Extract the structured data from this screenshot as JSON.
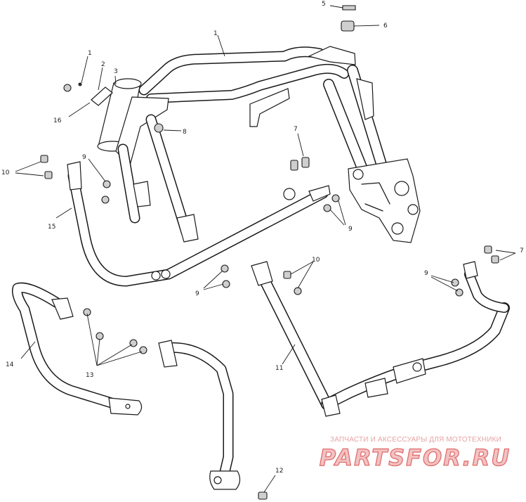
{
  "callouts": {
    "c1": "1",
    "c2": "2",
    "c3": "3",
    "c5": "5",
    "c6": "6",
    "c7a": "7",
    "c7b": "7",
    "c8": "8",
    "c9a": "9",
    "c9b": "9",
    "c9c": "9",
    "c9d": "9",
    "c10a": "10",
    "c10b": "10",
    "c11": "11",
    "c12": "12",
    "c13": "13",
    "c14": "14",
    "c15": "15",
    "c16": "16"
  },
  "watermark": {
    "caption": "ЗАПЧАСТИ И АКСЕССУАРЫ ДЛЯ МОТОТЕХНИКИ",
    "logo": "PARTSFOR.RU"
  }
}
